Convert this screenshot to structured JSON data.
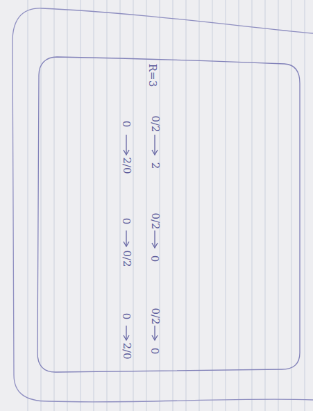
{
  "diagram": {
    "labels": [
      "R=3",
      "0/2",
      "2",
      "0",
      "2/0",
      "0/2",
      "0",
      "0",
      "0/2",
      "0/2",
      "0",
      "0",
      "2/0"
    ]
  }
}
